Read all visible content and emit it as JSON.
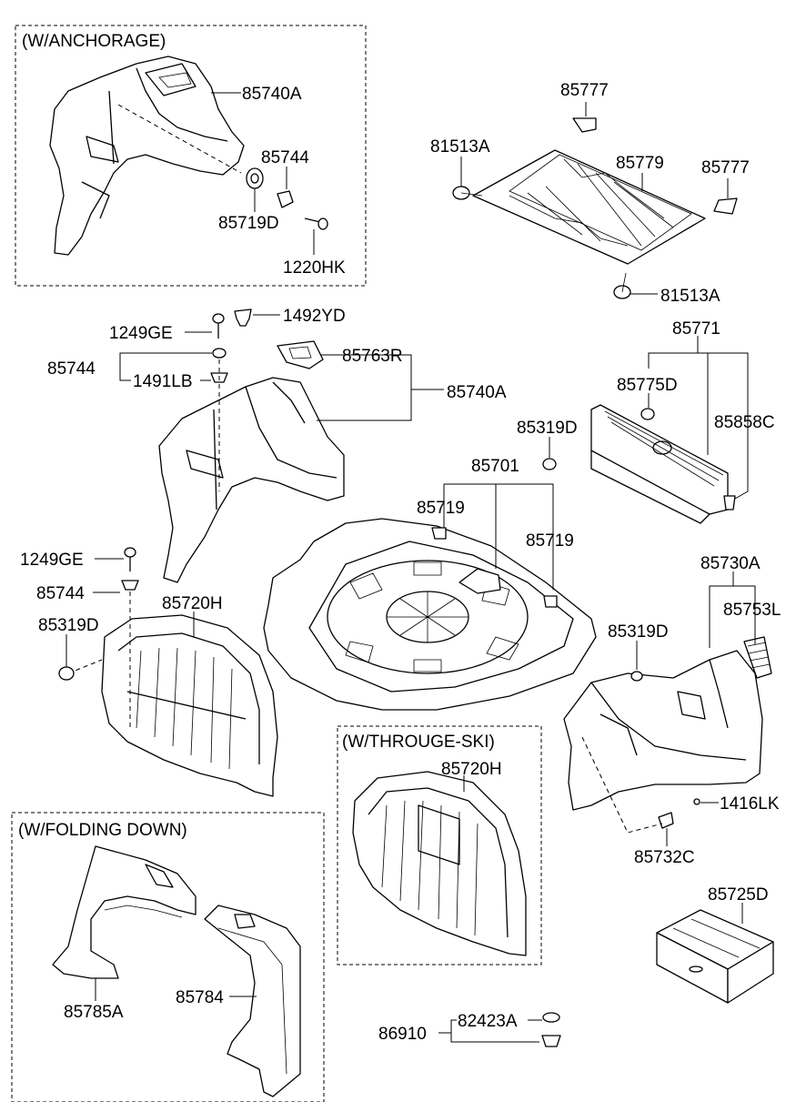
{
  "groups": {
    "anchorage": "(W/ANCHORAGE)",
    "througe_ski": "(W/THROUGE-SKI)",
    "folding_down": "(W/FOLDING DOWN)"
  },
  "parts": {
    "p85740A_top": "85740A",
    "p85744_top": "85744",
    "p85719D": "85719D",
    "p1220HK": "1220HK",
    "p85777_a": "85777",
    "p81513A_top": "81513A",
    "p85779": "85779",
    "p85777_b": "85777",
    "p81513A_bot": "81513A",
    "p1249GE_a": "1249GE",
    "p1492YD": "1492YD",
    "p85744_mid": "85744",
    "p1491LB": "1491LB",
    "p85763R": "85763R",
    "p85740A_mid": "85740A",
    "p85771": "85771",
    "p85775D": "85775D",
    "p85319D_a": "85319D",
    "p85858C": "85858C",
    "p85701": "85701",
    "p85719_a": "85719",
    "p85719_b": "85719",
    "p1249GE_b": "1249GE",
    "p85744_low": "85744",
    "p85720H_a": "85720H",
    "p85319D_b": "85319D",
    "p85730A": "85730A",
    "p85753L": "85753L",
    "p85319D_c": "85319D",
    "p85720H_b": "85720H",
    "p1416LK": "1416LK",
    "p85732C": "85732C",
    "p85725D": "85725D",
    "p85785A": "85785A",
    "p85784": "85784",
    "p86910": "86910",
    "p82423A": "82423A"
  }
}
